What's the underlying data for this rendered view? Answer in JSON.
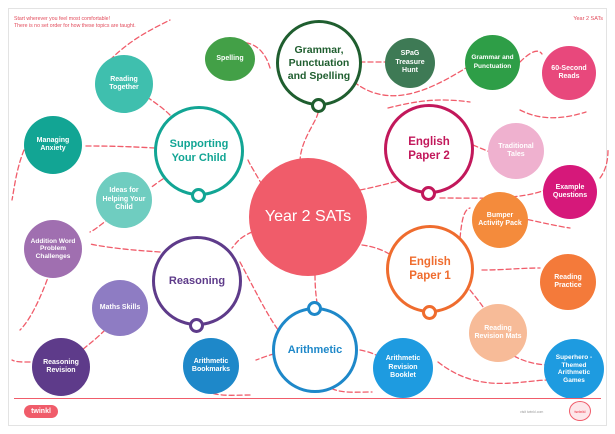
{
  "intro": {
    "line1": "Start wherever you feel most comfortable!",
    "line2": "There is no set order for how these topics are taught."
  },
  "corner_label": "Year 2 SATs",
  "center": {
    "label": "Year 2 SATs",
    "color": "#f05c6a"
  },
  "hubs": {
    "grammar": {
      "label": "Grammar, Punctuation and Spelling",
      "color": "#1f5e2f"
    },
    "english2": {
      "label": "English Paper 2",
      "color": "#c2185b"
    },
    "english1": {
      "label": "English Paper 1",
      "color": "#ef6c2e"
    },
    "arithmetic": {
      "label": "Arithmetic",
      "color": "#1e88c9"
    },
    "reasoning": {
      "label": "Reasoning",
      "color": "#5e3b8a"
    },
    "supporting": {
      "label": "Supporting Your Child",
      "color": "#12a594"
    }
  },
  "resources": {
    "spelling": "Spelling",
    "spag": "SPaG Treasure Hunt",
    "gp": "Grammar and Punctuation",
    "sixty": "60-Second Reads",
    "traditional": "Traditional Tales",
    "example": "Example Questions",
    "bumper": "Bumper Activity Pack",
    "reading_practice": "Reading Practice",
    "reading_mats": "Reading Revision Mats",
    "superhero": "Superhero -Themed Arithmetic Games",
    "arith_booklet": "Arithmetic Revision Booklet",
    "arith_bookmarks": "Arithmetic Bookmarks",
    "reasoning_revision": "Reasoning Revision",
    "maths_skills": "Maths Skills",
    "addition": "Addition Word Problem Challenges",
    "ideas": "Ideas for Helping Your Child",
    "managing": "Managing Anxiety",
    "reading_together": "Reading Together"
  },
  "colors": {
    "link": "#f05c6a",
    "teal": "#12a594",
    "green": "#43a047",
    "dark_green": "#3e7a55",
    "pink": "#e8487c",
    "light_pink": "#efb1cf",
    "magenta": "#d6187a",
    "orange": "#f48b3c",
    "light_orange": "#f7bb98",
    "blue": "#1e9be0",
    "purple": "#5e3b8a",
    "lavender": "#8e7cc3",
    "mauve": "#a06fb0",
    "light_teal": "#6fcdc0"
  },
  "footer": {
    "logo": "twinkl",
    "site": "visit twinkl.com",
    "badge": "twinkl"
  }
}
